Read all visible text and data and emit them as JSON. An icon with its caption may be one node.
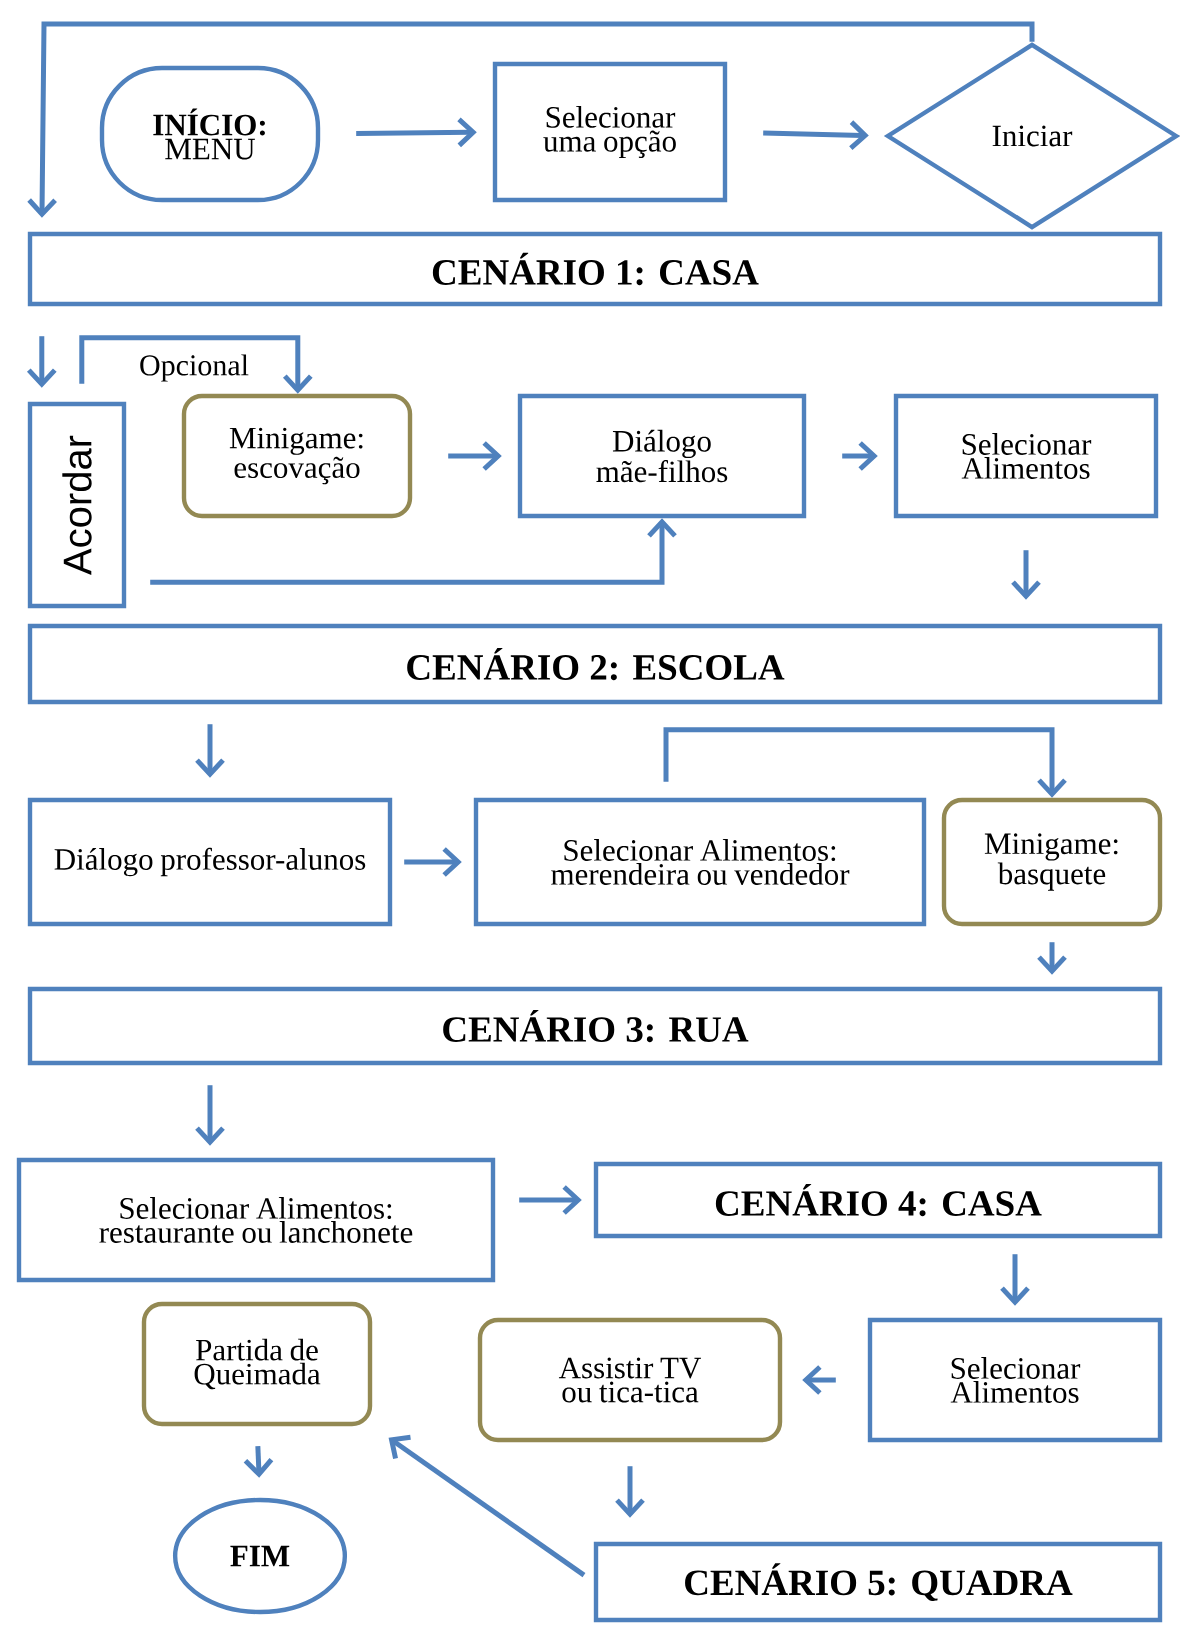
{
  "diagram": {
    "nodes": [
      {
        "text": [
          "INÍCIO:",
          "MENU"
        ]
      },
      {
        "text": [
          "Selecionar uma opção"
        ]
      },
      {
        "text": [
          "Iniciar"
        ]
      },
      {
        "text": [
          "CENÁRIO 1: CASA"
        ]
      },
      {
        "text": [
          "Acordar"
        ]
      },
      {
        "text": [
          "Minigame: escovação"
        ]
      },
      {
        "text": [
          "Diálogo mãe-filhos"
        ]
      },
      {
        "text": [
          "Selecionar Alimentos"
        ]
      },
      {
        "text": [
          "CENÁRIO 2: ESCOLA"
        ]
      },
      {
        "text": [
          "Diálogo professor-alunos"
        ]
      },
      {
        "text": [
          "Selecionar Alimentos: merendeira ou vendedor"
        ]
      },
      {
        "text": [
          "Minigame: basquete"
        ]
      },
      {
        "text": [
          "CENÁRIO 3: RUA"
        ]
      },
      {
        "text": [
          "Selecionar Alimentos: restaurante ou lanchonete"
        ]
      },
      {
        "text": [
          "CENÁRIO 4: CASA"
        ]
      },
      {
        "text": [
          "Partida de Queimada"
        ]
      },
      {
        "text": [
          "Assistir TV ou tica-tica"
        ]
      },
      {
        "text": [
          "Selecionar Alimentos"
        ]
      },
      {
        "text": [
          "FIM"
        ]
      },
      {
        "text": [
          "CENÁRIO 5: QUADRA"
        ]
      }
    ],
    "edges": [
      {
        "from": 0,
        "to": 1,
        "arrow": "to"
      },
      {
        "from": 1,
        "to": 2,
        "arrow": "to"
      },
      {
        "from": 2,
        "to": 3,
        "arrow": "to"
      },
      {
        "from": 3,
        "to": 4,
        "arrow": "to"
      },
      {
        "from": 4,
        "to": 5,
        "arrow": "to",
        "label": "Opcional"
      },
      {
        "from": 4,
        "to": 6,
        "arrow": "to"
      },
      {
        "from": 5,
        "to": 6,
        "arrow": "to"
      },
      {
        "from": 6,
        "to": 7,
        "arrow": "to"
      },
      {
        "from": 7,
        "to": 8,
        "arrow": "to"
      },
      {
        "from": 8,
        "to": 9,
        "arrow": "to"
      },
      {
        "from": 9,
        "to": 10,
        "arrow": "to"
      },
      {
        "from": 10,
        "to": 11,
        "arrow": "to"
      },
      {
        "from": 11,
        "to": 12,
        "arrow": "to"
      },
      {
        "from": 12,
        "to": 13,
        "arrow": "to"
      },
      {
        "from": 13,
        "to": 14,
        "arrow": "to"
      },
      {
        "from": 14,
        "to": 17,
        "arrow": "to"
      },
      {
        "from": 17,
        "to": 16,
        "arrow": "to"
      },
      {
        "from": 16,
        "to": 19,
        "arrow": "to"
      },
      {
        "from": 19,
        "to": 15,
        "arrow": "to"
      },
      {
        "from": 15,
        "to": 18,
        "arrow": "to"
      }
    ]
  }
}
